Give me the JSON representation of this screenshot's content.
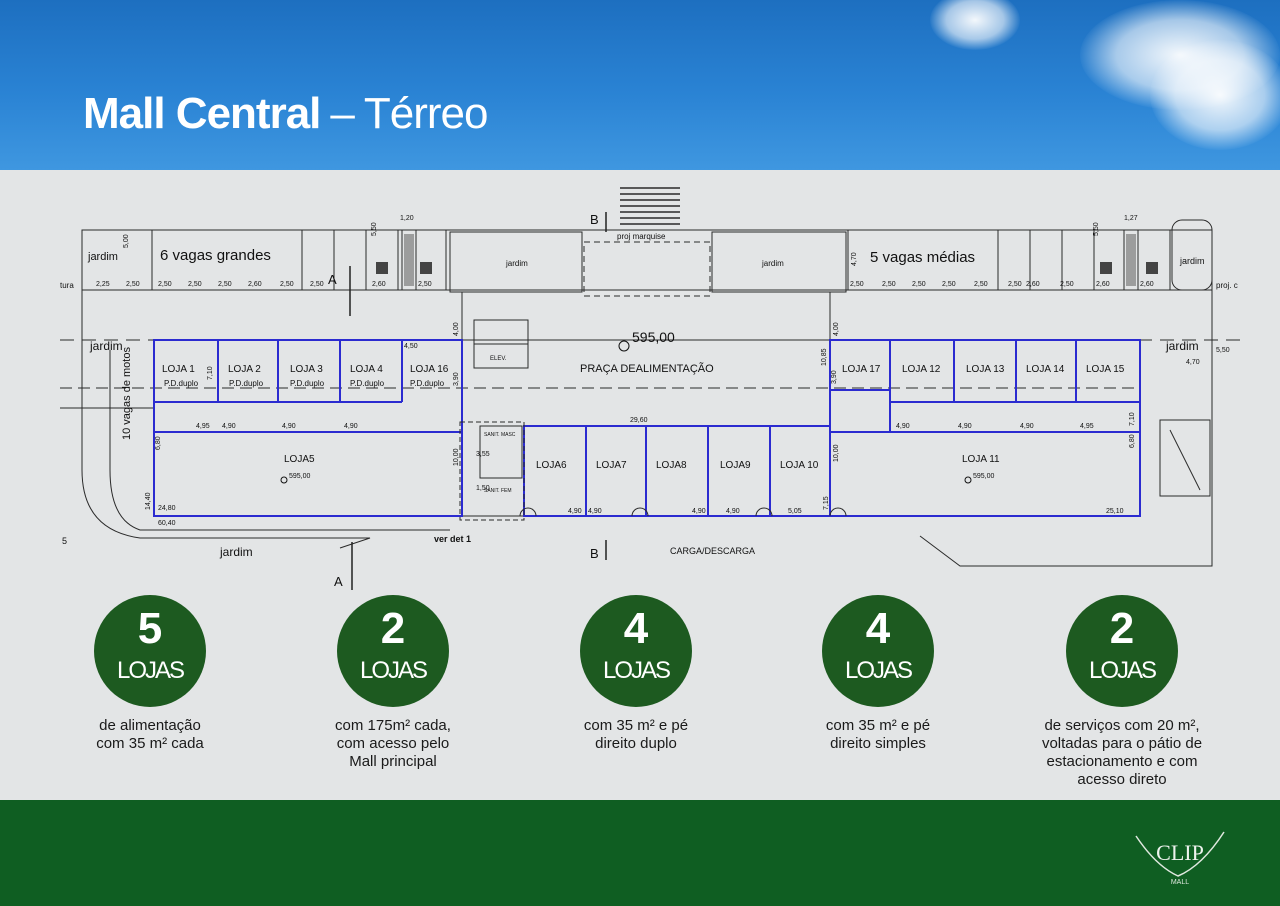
{
  "header": {
    "title_bold": "Mall Central",
    "title_dash": "–",
    "title_light": "Térreo"
  },
  "plan": {
    "shops": [
      "LOJA 1",
      "LOJA 2",
      "LOJA 3",
      "LOJA 4",
      "LOJA 16",
      "LOJA 17",
      "LOJA 12",
      "LOJA 13",
      "LOJA 14",
      "LOJA 15",
      "LOJA5",
      "LOJA6",
      "LOJA7",
      "LOJA8",
      "LOJA9",
      "LOJA 10",
      "LOJA 11"
    ],
    "pd_duplo": "P.D.duplo",
    "food_court": "PRAÇA DEALIMENTAÇÃO",
    "level": "595,00",
    "level_small": "595,00",
    "parking_large": "6 vagas grandes",
    "parking_medium": "5 vagas médias",
    "motos": "10 vagas de motos",
    "jardim": "jardim",
    "marquise": "proj marquise",
    "carga": "CARGA/DESCARGA",
    "ver_det": "ver det 1",
    "section_a": "A",
    "section_b": "B",
    "dims": {
      "d225": "2,25",
      "d250": "2,50",
      "d260": "2,60",
      "d120": "1,20",
      "d127": "1,27",
      "d550": "5,50",
      "d500": "5,00",
      "d470": "4,70",
      "d495": "4,95",
      "d490": "4,90",
      "d2960": "29,60",
      "d710": "7,10",
      "d680": "6,80",
      "d1440": "14,40",
      "d2480": "24,80",
      "d6040": "60,40",
      "d1000": "10,00",
      "d715": "7,15",
      "d505": "5,05",
      "d2510": "25,10",
      "d1085": "10,85",
      "d390": "3,90",
      "d400": "4,00",
      "d450": "4,50",
      "d355": "3,55",
      "d150": "1,50"
    },
    "tura": "tura",
    "proj": "proj. c",
    "elev": "ELEV.",
    "sanit_masc": "SANIT. MASC",
    "sanit_fem": "SANIT. FEM",
    "five": "5"
  },
  "stats": [
    {
      "num": "5",
      "unit": "LOJAS",
      "caption": [
        "de alimentação",
        "com 35 m² cada"
      ]
    },
    {
      "num": "2",
      "unit": "LOJAS",
      "caption": [
        "com 175m² cada,",
        "com acesso pelo",
        "Mall principal"
      ]
    },
    {
      "num": "4",
      "unit": "LOJAS",
      "caption": [
        "com 35 m² e pé",
        "direito duplo"
      ]
    },
    {
      "num": "4",
      "unit": "LOJAS",
      "caption": [
        "com 35 m² e pé",
        "direito simples"
      ]
    },
    {
      "num": "2",
      "unit": "LOJAS",
      "caption": [
        "de serviços com 20 m²,",
        "voltadas para o pátio de",
        "estacionamento e com",
        "acesso direto"
      ]
    }
  ],
  "logo": {
    "brand": "CLIP",
    "sub": "MALL"
  },
  "colors": {
    "sky": "#2a83d4",
    "badge": "#1d5a20",
    "footer": "#0f5e22",
    "wall": "#2b2bd0",
    "plan_bg": "#e3e5e6"
  }
}
